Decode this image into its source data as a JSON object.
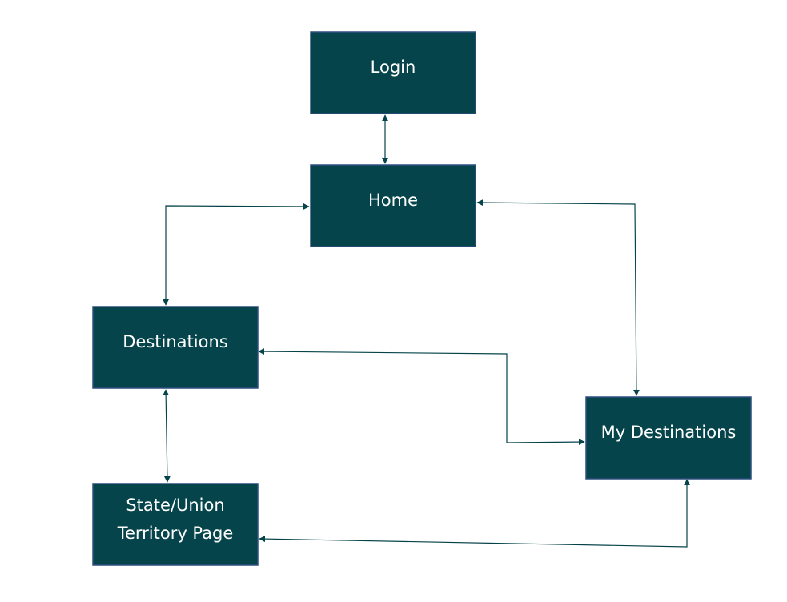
{
  "colors": {
    "node_fill": "#05444a",
    "node_border": "#2f4f7f",
    "node_text": "#ffffff",
    "connector": "#05444a"
  },
  "nodes": {
    "login": {
      "label": "Login"
    },
    "home": {
      "label": "Home"
    },
    "destinations": {
      "label": "Destinations"
    },
    "my_destinations": {
      "label": "My Destinations"
    },
    "state_page": {
      "label_line1": "State/Union",
      "label_line2": "Territory Page"
    }
  },
  "connections": [
    {
      "from": "Login",
      "to": "Home",
      "direction": "both"
    },
    {
      "from": "Home",
      "to": "Destinations",
      "direction": "both"
    },
    {
      "from": "Home",
      "to": "My Destinations",
      "direction": "both"
    },
    {
      "from": "Destinations",
      "to": "My Destinations",
      "direction": "both"
    },
    {
      "from": "Destinations",
      "to": "State/Union Territory Page",
      "direction": "both"
    },
    {
      "from": "My Destinations",
      "to": "State/Union Territory Page",
      "direction": "both"
    }
  ]
}
